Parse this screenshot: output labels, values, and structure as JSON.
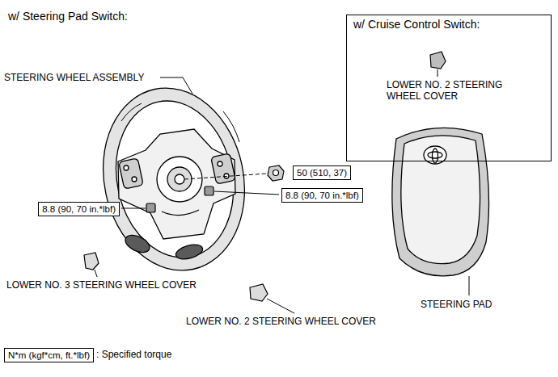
{
  "diagram": {
    "nodes": [
      {
        "text": [
          "w/ Cruise Control Switch:",
          "LOWER NO. 2 STEERING WHEEL COVER"
        ]
      },
      {
        "text": [
          "50 (510, 37)"
        ]
      },
      {
        "text": [
          "8.8 (90, 70 in.*lbf)"
        ]
      },
      {
        "text": [
          "8.8 (90, 70 in.*lbf)"
        ]
      },
      {
        "text": [
          "N*m (kgf*cm, ft.*lbf)"
        ]
      }
    ],
    "labels": [
      "w/ Steering Pad Switch:",
      "STEERING WHEEL ASSEMBLY",
      "LOWER NO. 3 STEERING WHEEL COVER",
      "STEERING PAD",
      "LOWER NO. 2 STEERING WHEEL COVER",
      ": Specified torque"
    ]
  }
}
